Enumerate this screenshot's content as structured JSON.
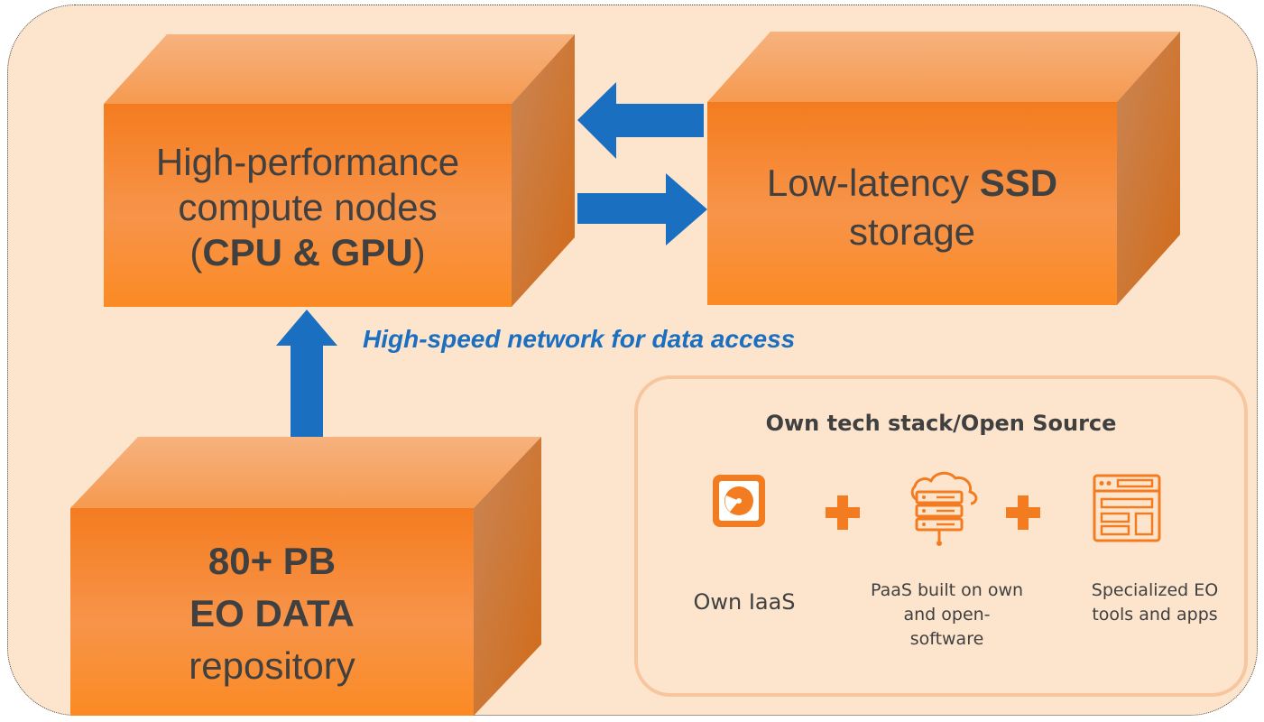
{
  "compute_box": {
    "line1": "High-performance",
    "line2": "compute nodes",
    "line3_open": "(",
    "line3_bold": "CPU & GPU",
    "line3_close": ")"
  },
  "storage_box": {
    "line1_normal": "Low-latency ",
    "line1_bold": "SSD",
    "line2": "storage"
  },
  "data_box": {
    "line1": "80+ PB",
    "line2": "EO DATA",
    "line3": "repository"
  },
  "network_label": "High-speed network for data access",
  "stack": {
    "title": "Own tech stack/Open Source",
    "items": [
      {
        "icon": "hard-disk-icon",
        "label": "Own IaaS"
      },
      {
        "icon": "cloud-server-icon",
        "label": "PaaS built on own and open-software"
      },
      {
        "icon": "web-app-icon",
        "label": "Specialized EO tools and apps"
      }
    ],
    "plus_icon": "plus-icon"
  },
  "colors": {
    "panel_bg": "#fde5cd",
    "box_orange": "#f28a2e",
    "arrow_blue": "#1a6fc0",
    "text_dark": "#404040",
    "icon_orange": "#f47c20"
  }
}
